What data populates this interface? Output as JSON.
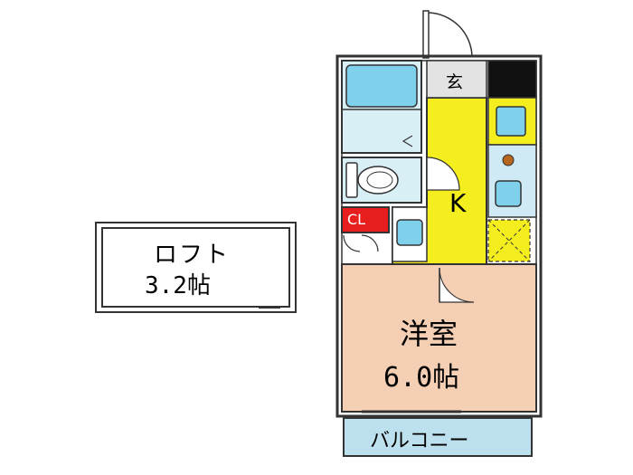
{
  "loft": {
    "label": "ロフト",
    "size": "3.2帖"
  },
  "rooms": {
    "entrance": "玄",
    "kitchen": "K",
    "closet": "CL",
    "western_room": {
      "label": "洋室",
      "size": "6.0帖"
    },
    "balcony": "バルコニー"
  },
  "colors": {
    "kitchen": "#f5ee1e",
    "western_room": "#f4cfb4",
    "balcony": "#bde0ee",
    "fixture_blue": "#7fd0ea",
    "closet": "#e81d1d",
    "wall": "#3a3a3a"
  },
  "icons": [
    "door-swing-icon",
    "bathtub-icon",
    "toilet-icon",
    "sink-icon",
    "washing-machine-icon",
    "stove-icon",
    "refrigerator-space-icon",
    "shoe-cabinet-icon"
  ]
}
